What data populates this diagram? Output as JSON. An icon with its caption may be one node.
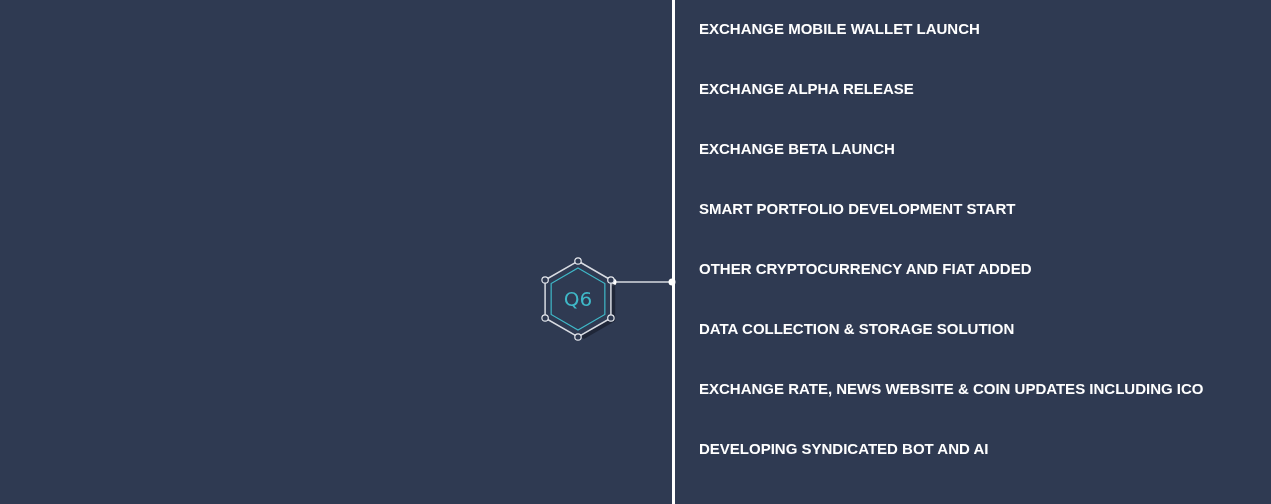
{
  "diagram": {
    "nodes": [
      {
        "text": [
          "Q6"
        ]
      },
      {
        "text": [],
        "shape": "bar"
      }
    ],
    "edges": [
      {
        "from": 0,
        "to": 1,
        "arrow": "other"
      }
    ],
    "labels": [
      "EXCHANGE MOBILE WALLET LAUNCH",
      "EXCHANGE ALPHA RELEASE",
      "EXCHANGE BETA LAUNCH",
      "SMART PORTFOLIO DEVELOPMENT START",
      "OTHER CRYPTOCURRENCY AND FIAT ADDED",
      "DATA COLLECTION & STORAGE SOLUTION",
      "EXCHANGE RATE, NEWS WEBSITE & COIN UPDATES INCLUDING ICO",
      "DEVELOPING SYNDICATED BOT AND AI"
    ]
  }
}
